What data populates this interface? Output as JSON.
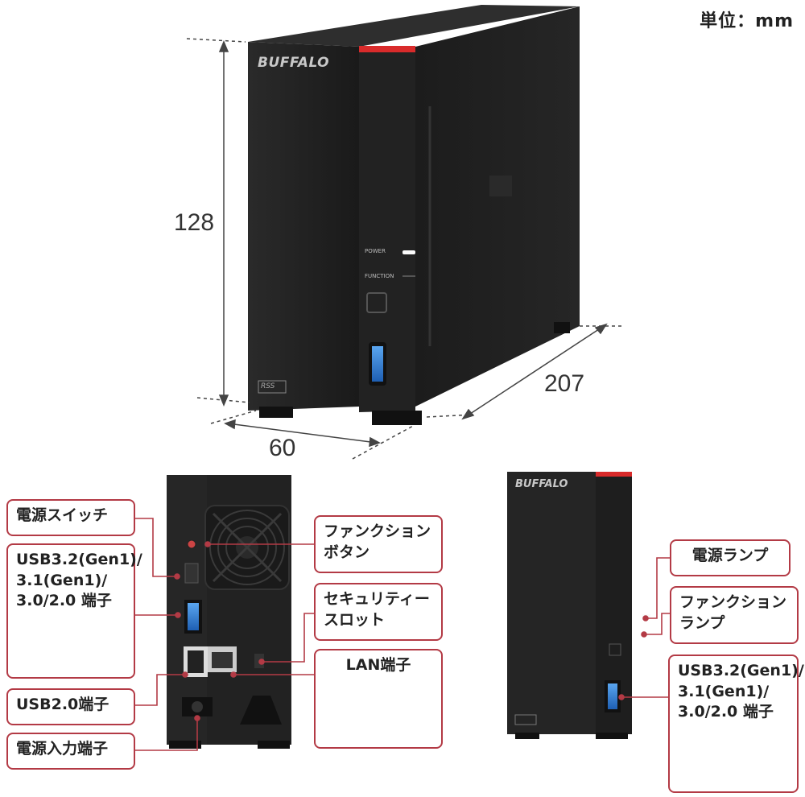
{
  "unit_label": "単位：mm",
  "dimensions": {
    "height": "128",
    "width": "60",
    "depth": "207"
  },
  "front_device": {
    "brand": "BUFFALO",
    "power_label": "POWER",
    "function_label": "FUNCTION",
    "badge": "RSS"
  },
  "back_callouts": {
    "power_switch": "電源スイッチ",
    "usb32_lines": [
      "USB3.2(Gen1)/",
      "3.1(Gen1)/",
      "3.0/2.0 端子"
    ],
    "usb20": "USB2.0端子",
    "power_input": "電源入力端子",
    "function_button_lines": [
      "ファンクション",
      "ボタン"
    ],
    "security_slot_lines": [
      "セキュリティー",
      "スロット"
    ],
    "lan": "LAN端子"
  },
  "front_callouts": {
    "power_lamp": "電源ランプ",
    "function_lamp_lines": [
      "ファンクション",
      "ランプ"
    ],
    "usb32_lines": [
      "USB3.2(Gen1)/",
      "3.1(Gen1)/",
      "3.0/2.0 端子"
    ]
  },
  "colors": {
    "accent": "#d92b2b",
    "callout_border": "#b33a45",
    "usb_blue": "#2f7fd6",
    "body_dark": "#1e1e1e"
  }
}
